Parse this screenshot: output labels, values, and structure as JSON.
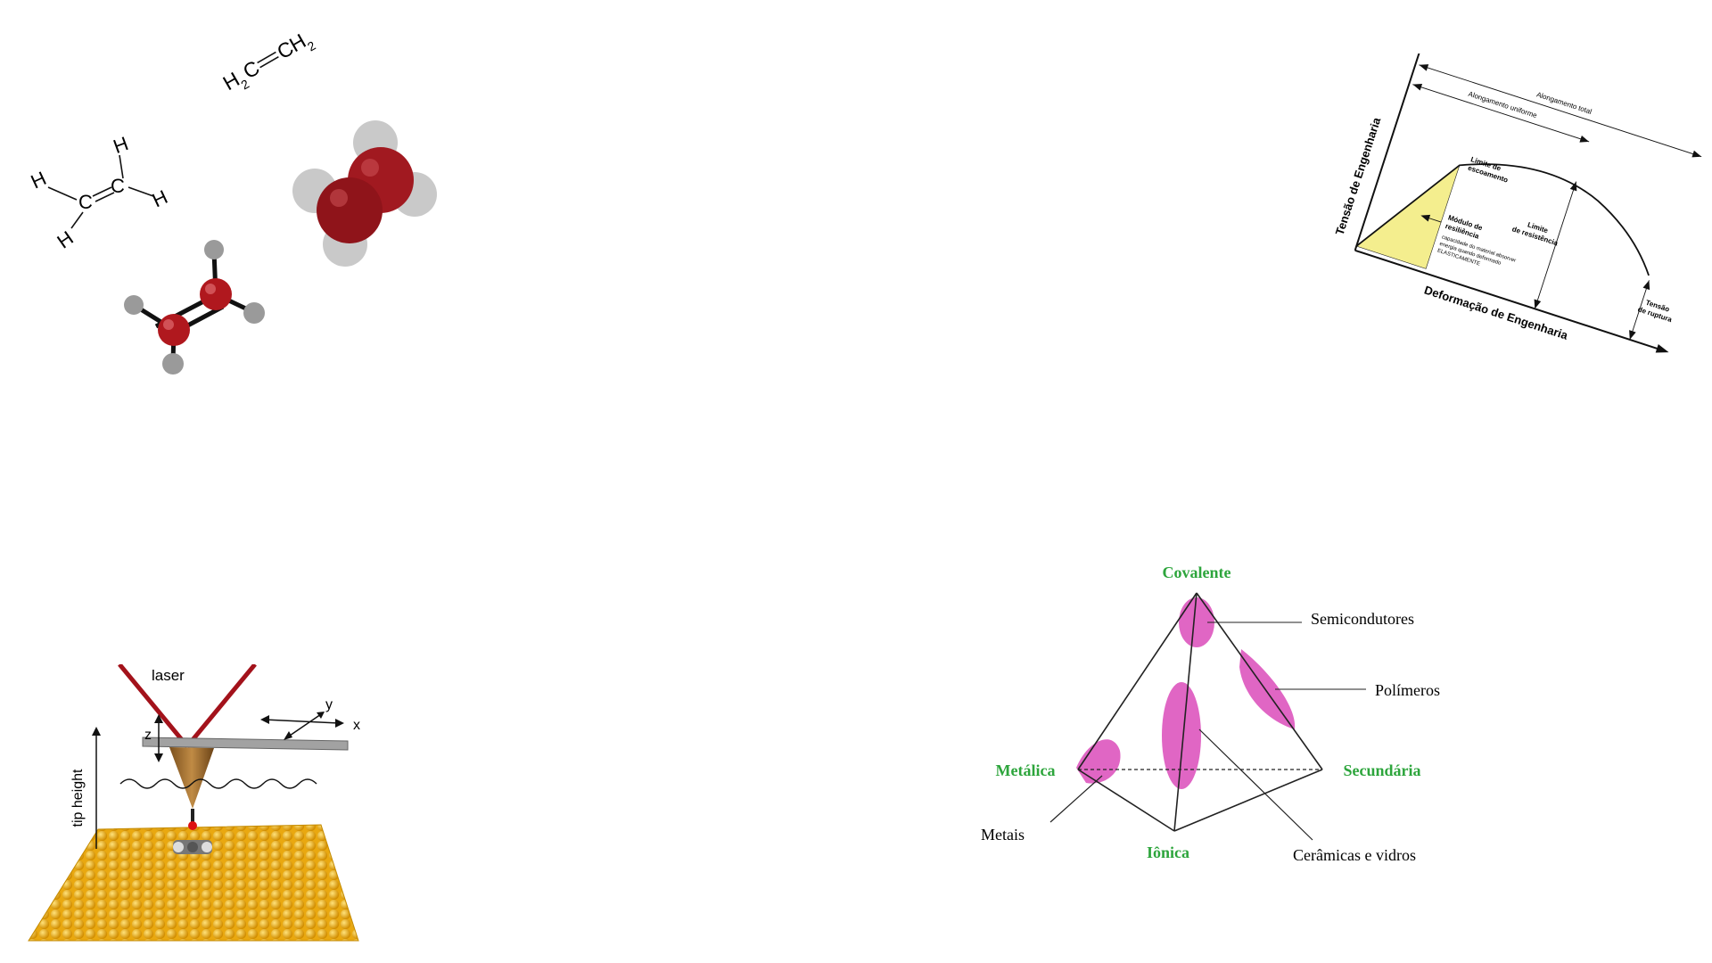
{
  "ethylene": {
    "condensed_formula": {
      "h2_left": "H",
      "sub_left": "2",
      "c_left": "C",
      "c_right": "C",
      "h2_right": "H",
      "sub_right": "2"
    },
    "structural_formula": {
      "c": "C",
      "h": "H"
    },
    "colors": {
      "carbon": "#b0181e",
      "hydrogen": "#cfcfcf",
      "bond": "#111111"
    }
  },
  "stress_strain": {
    "ylabel": "Tensão de Engenharia",
    "xlabel": "Deformação de Engenharia",
    "alongamento_total": "Alongamento total",
    "alongamento_uniforme": "Alongamento uniforme",
    "limite_escoamento": [
      "Limite de",
      "escoamento"
    ],
    "limite_resistencia": [
      "Limite",
      "de resistência"
    ],
    "tensao_ruptura": [
      "Tensão",
      "de ruptura"
    ],
    "modulo_resiliencia": [
      "Módulo de",
      "resiliência"
    ],
    "modulo_note": [
      "capacidade do material absorver",
      "energia quando deformado",
      "ELASTICAMENTE"
    ],
    "fill_color": "#f4ee8e"
  },
  "afm": {
    "laser": "laser",
    "axis_x": "x",
    "axis_y": "y",
    "axis_z": "z",
    "tip_height": "tip height",
    "colors": {
      "laser": "#a3121b",
      "surface": "#f2b51e",
      "cantilever": "#9a9a9a",
      "tip": "#9c6a2b"
    }
  },
  "bond_tetrahedron": {
    "vertices": {
      "top": "Covalente",
      "left": "Metálica",
      "right": "Secundária",
      "bottom": "Iônica"
    },
    "materials": {
      "semicondutores": "Semicondutores",
      "polimeros": "Polímeros",
      "metais": "Metais",
      "ceramicas": "Cerâmicas e vidros"
    },
    "vertex_color": "#2da53c",
    "region_color": "#e066c4"
  }
}
